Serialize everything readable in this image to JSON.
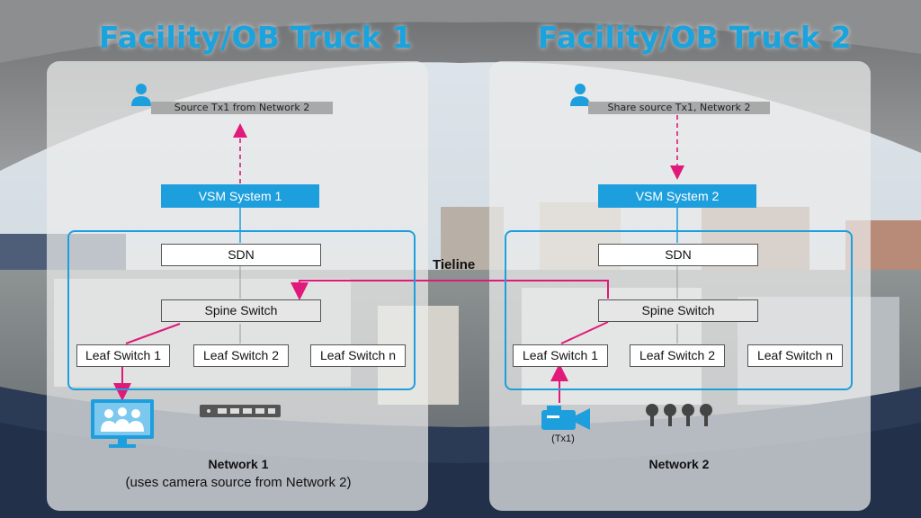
{
  "titles": {
    "left": "Facility/OB Truck 1",
    "right": "Facility/OB Truck 2"
  },
  "truck1": {
    "source_label": "Source Tx1 from Network 2",
    "vsm": "VSM System 1",
    "sdn": "SDN",
    "spine": "Spine Switch",
    "leaf1": "Leaf Switch 1",
    "leaf2": "Leaf Switch 2",
    "leafn": "Leaf Switch n",
    "network_title": "Network 1",
    "network_sub": "(uses camera source from Network 2)"
  },
  "truck2": {
    "source_label": "Share source Tx1, Network 2",
    "vsm": "VSM System 2",
    "sdn": "SDN",
    "spine": "Spine Switch",
    "leaf1": "Leaf Switch 1",
    "leaf2": "Leaf Switch 2",
    "leafn": "Leaf Switch n",
    "camera_label": "(Tx1)",
    "network_title": "Network 2"
  },
  "tieline": "Tieline",
  "icons": {
    "user": "user-icon",
    "monitor": "monitor-icon",
    "device": "network-device-icon",
    "camera": "video-camera-icon",
    "microphones": "microphone-icon"
  },
  "colors": {
    "accent_blue": "#1e9fdd",
    "title_blue": "#1aa3dc",
    "link_pink": "#e0197a"
  }
}
